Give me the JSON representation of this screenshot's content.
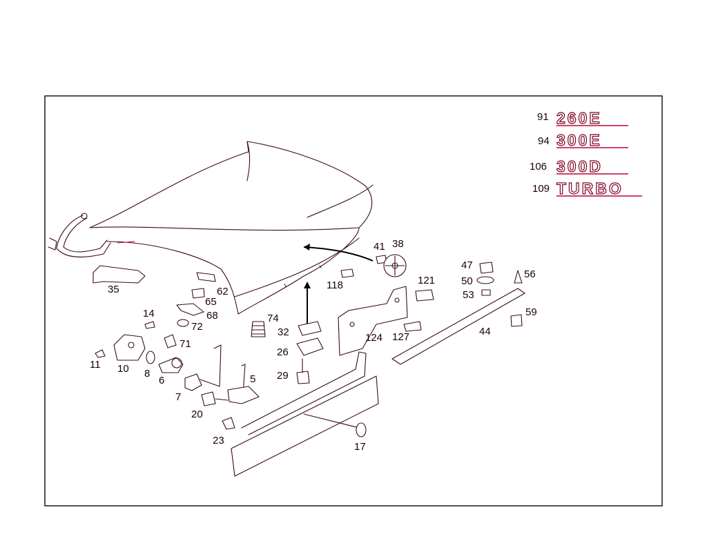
{
  "colors": {
    "line": "#3a0a18",
    "accent": "#c0003a",
    "frame": "#1a0008"
  },
  "badges": [
    {
      "num": "91",
      "text": "260E"
    },
    {
      "num": "94",
      "text": "300E"
    },
    {
      "num": "106",
      "text": "300D"
    },
    {
      "num": "109",
      "text": "TURBO"
    }
  ],
  "callouts": {
    "c35": "35",
    "c62": "62",
    "c65": "65",
    "c68": "68",
    "c14": "14",
    "c72": "72",
    "c71": "71",
    "c11": "11",
    "c10": "10",
    "c8": "8",
    "c6": "6",
    "c7": "7",
    "c5": "5",
    "c20": "20",
    "c23": "23",
    "c17": "17",
    "c74": "74",
    "c32": "32",
    "c26": "26",
    "c29": "29",
    "c118": "118",
    "c41": "41",
    "c38": "38",
    "c124": "124",
    "c121": "121",
    "c127": "127",
    "c47": "47",
    "c50": "50",
    "c53": "53",
    "c56": "56",
    "c59": "59",
    "c44": "44"
  }
}
